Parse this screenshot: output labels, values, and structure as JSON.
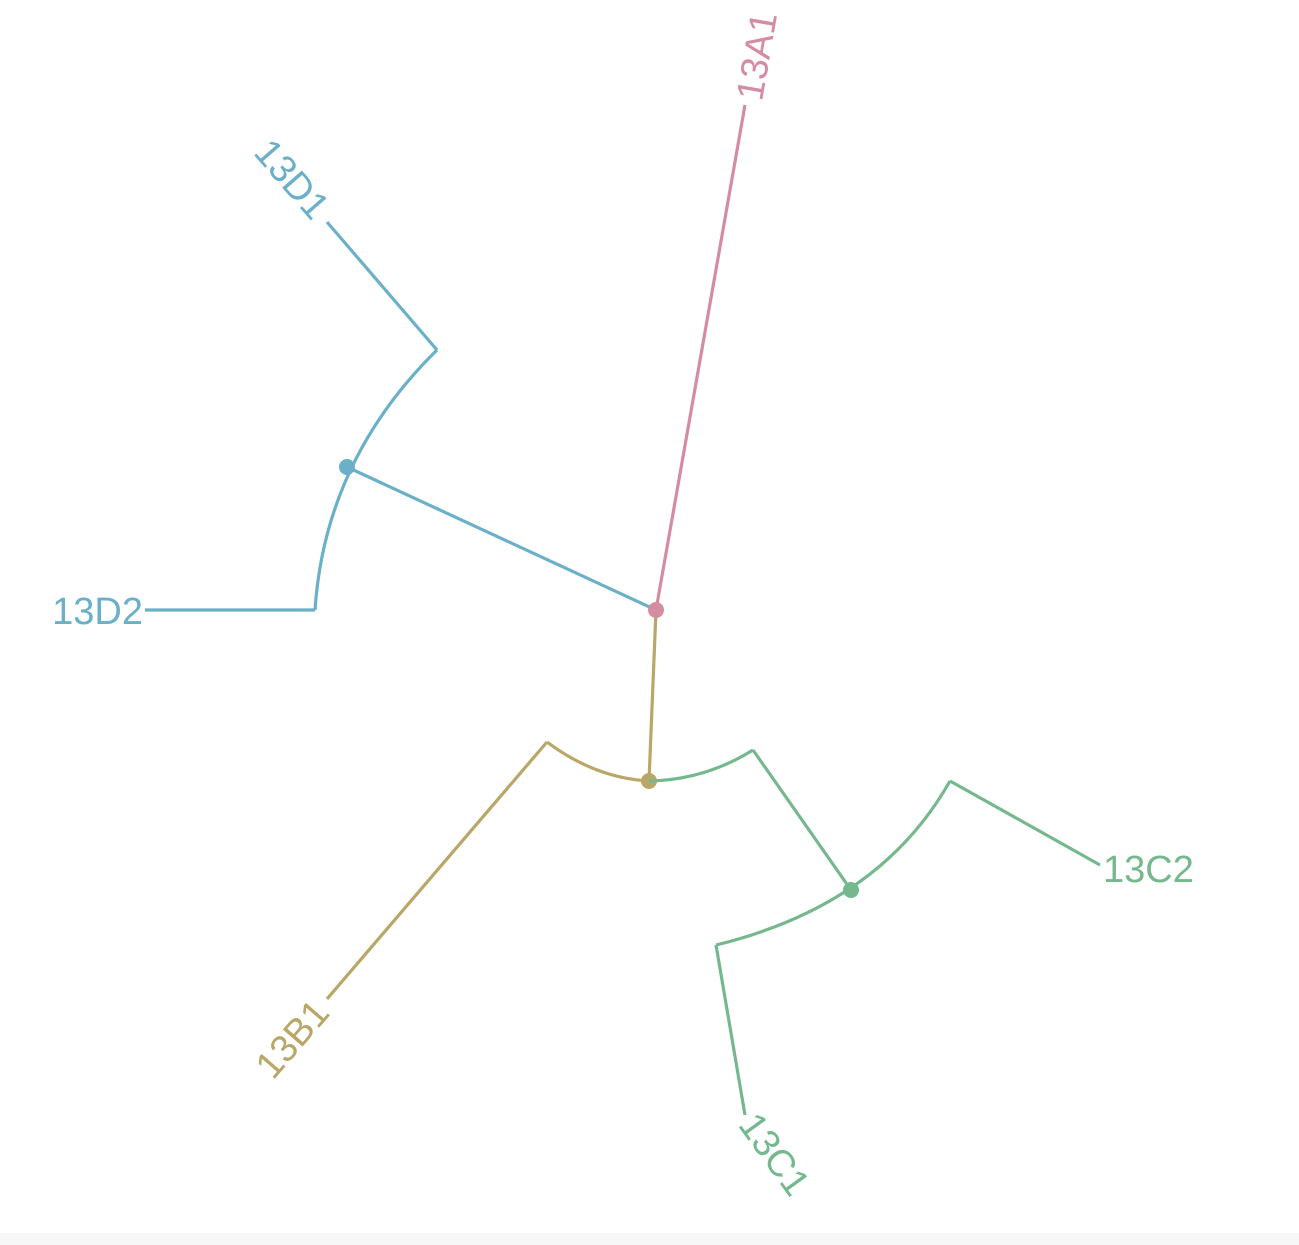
{
  "colors": {
    "A": "#d48da0",
    "B": "#b8a766",
    "C": "#75b88e",
    "D": "#6ab0c8",
    "background": "#ffffff"
  },
  "tree": {
    "layout": "circular",
    "leaves": [
      {
        "id": "13A1",
        "label": "13A1",
        "group": "A"
      },
      {
        "id": "13D1",
        "label": "13D1",
        "group": "D"
      },
      {
        "id": "13D2",
        "label": "13D2",
        "group": "D"
      },
      {
        "id": "13B1",
        "label": "13B1",
        "group": "B"
      },
      {
        "id": "13C1",
        "label": "13C1",
        "group": "C"
      },
      {
        "id": "13C2",
        "label": "13C2",
        "group": "C"
      }
    ],
    "internal_nodes": [
      {
        "id": "root",
        "group": "A"
      },
      {
        "id": "D-clade",
        "group": "D"
      },
      {
        "id": "BC-clade",
        "group": "B"
      },
      {
        "id": "C-clade",
        "group": "C"
      }
    ]
  }
}
